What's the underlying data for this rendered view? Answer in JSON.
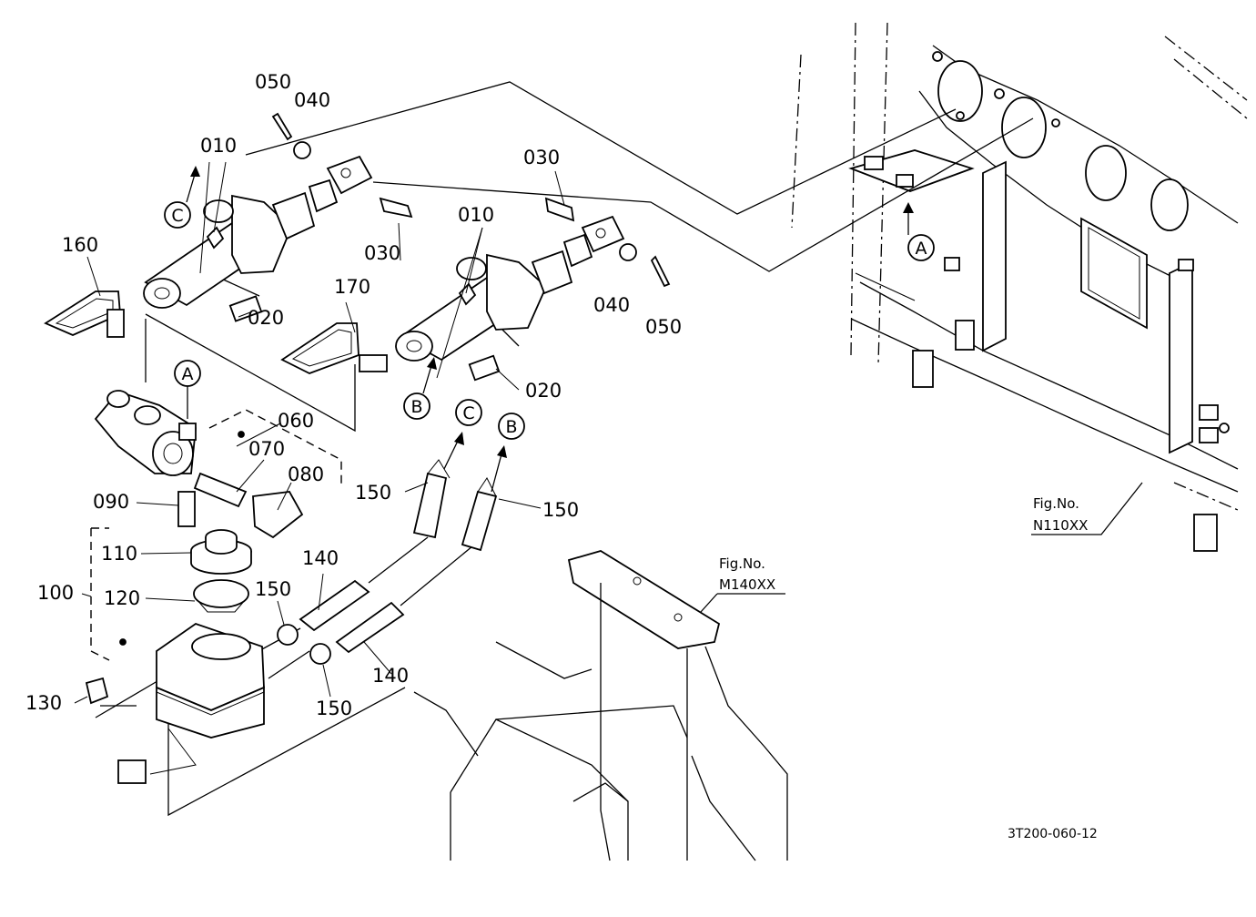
{
  "labels": {
    "p010a": "010",
    "p010b": "010",
    "p020a": "020",
    "p020b": "020",
    "p030a": "030",
    "p030b": "030",
    "p040a": "040",
    "p040b": "040",
    "p050a": "050",
    "p050b": "050",
    "p060": "060",
    "p070": "070",
    "p080": "080",
    "p090": "090",
    "p100": "100",
    "p110": "110",
    "p120": "120",
    "p130": "130",
    "p140a": "140",
    "p140b": "140",
    "p150a": "150",
    "p150b": "150",
    "p150c": "150",
    "p150d": "150",
    "p160": "160",
    "p170": "170"
  },
  "markers": {
    "A": "A",
    "B": "B",
    "C": "C"
  },
  "references": {
    "fig_caption": "Fig.No.",
    "fig_n": "N110XX",
    "fig_m": "M140XX"
  },
  "drawing_code": "3T200-060-12"
}
